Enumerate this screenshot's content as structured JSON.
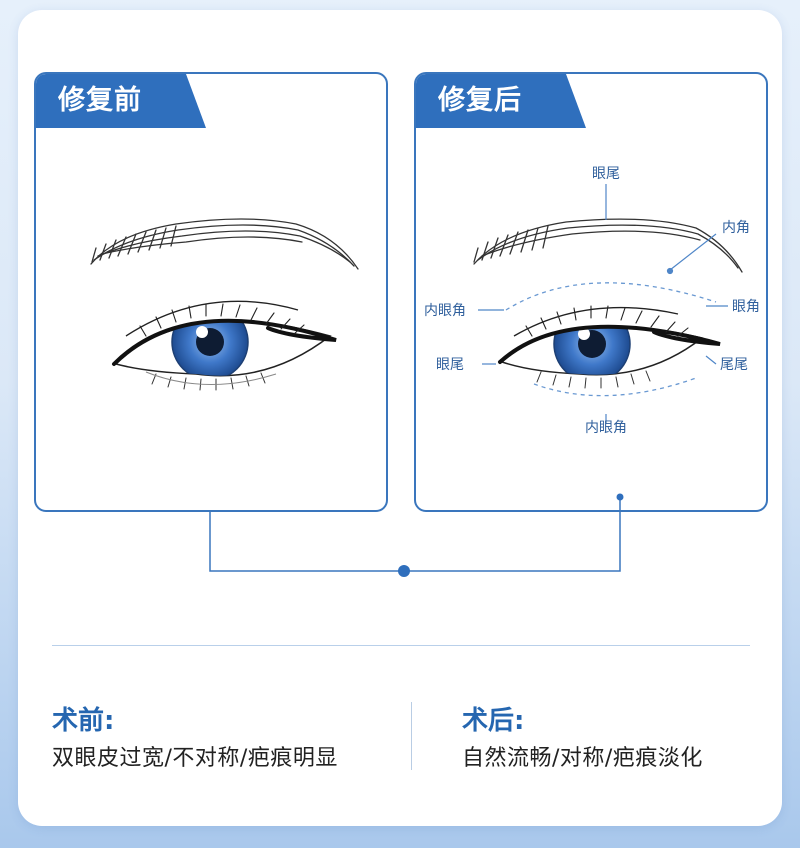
{
  "before": {
    "tab_label": "修复前"
  },
  "after": {
    "tab_label": "修复后",
    "labels": {
      "top": "眼尾",
      "brow_inner": "内角",
      "left_upper": "内眼角",
      "right_upper": "眼角",
      "left_lower": "眼尾",
      "right_lower": "尾尾",
      "bottom": "内眼角"
    }
  },
  "summary": {
    "pre_title": "术前:",
    "pre_text": "双眼皮过宽/不对称/疤痕明显",
    "post_title": "术后:",
    "post_text": "自然流畅/对称/疤痕淡化"
  },
  "colors": {
    "accent": "#2f6fbd",
    "iris": "#3f78c9",
    "label": "#2f5f9c"
  }
}
